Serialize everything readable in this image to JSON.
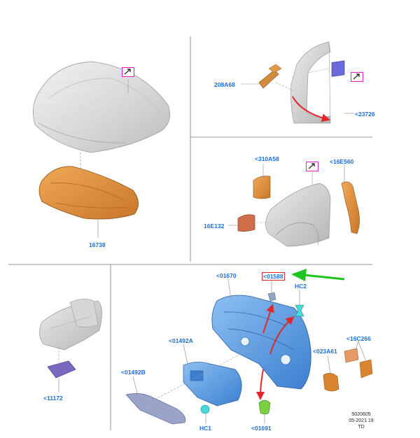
{
  "labels": {
    "p208A68": "208A68",
    "p23726": "<23726",
    "p16738": "16738",
    "p310A58": "<310A58",
    "p16E560": "<16E560",
    "p16E132": "16E132",
    "p01670": "<01670",
    "p01588": "<01588",
    "pHC2": "HC2",
    "p01492A": "<01492A",
    "p023A61": "<023A61",
    "p16C266": "<16C266",
    "p01492B": "<01492B",
    "pHC1": "HC1",
    "p01691": "<01691",
    "p11172": "<11172"
  },
  "footer": {
    "code": "5020605",
    "date": "05-2021 19",
    "suffix": "TD"
  },
  "colors": {
    "label": "#1a6fd6",
    "pointer_icon": "#e01ec8",
    "highlight_box": "#e0282a",
    "green_arrow": "#1fc41f",
    "red_arrow": "#e0282a",
    "panel_blue": "#5b9be0",
    "insulator_orange": "#d9852f"
  },
  "icons": [
    "external-link-icon"
  ]
}
